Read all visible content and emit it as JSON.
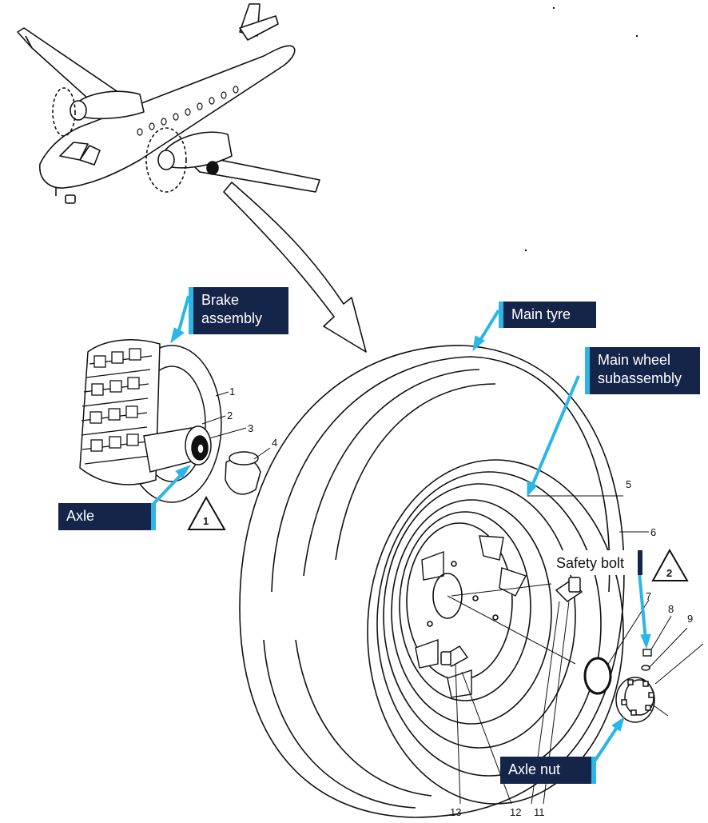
{
  "callouts": {
    "brake_assembly": "Brake\nassembly",
    "main_tyre": "Main tyre",
    "main_wheel_subassembly": "Main wheel\nsubassembly",
    "axle": "Axle",
    "safety_bolt": "Safety bolt",
    "axle_nut": "Axle nut"
  },
  "part_numbers": [
    "1",
    "2",
    "3",
    "4",
    "5",
    "6",
    "7",
    "8",
    "9",
    "11",
    "12",
    "13"
  ],
  "notes": {
    "note_1": "1",
    "note_2": "2"
  },
  "colors": {
    "callout_bg": "#15254a",
    "callout_accent": "#2bb6e6",
    "line_art": "#111111"
  }
}
